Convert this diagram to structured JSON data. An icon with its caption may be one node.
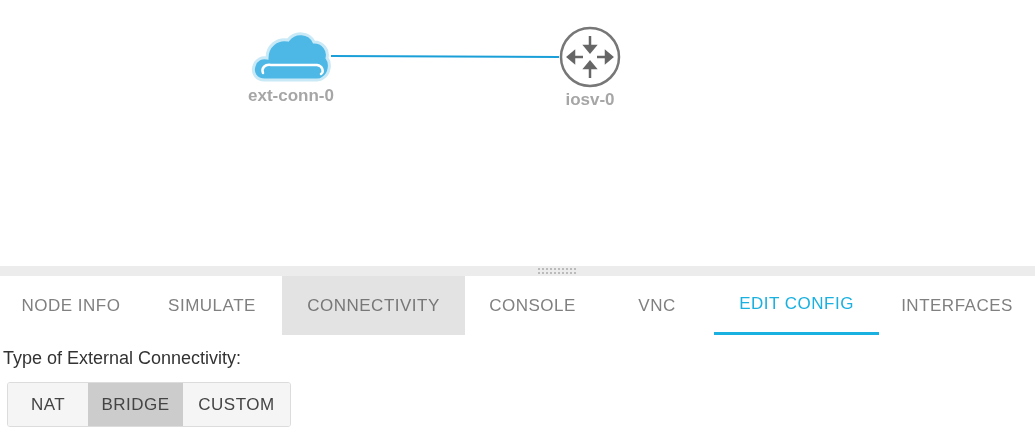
{
  "diagram": {
    "nodes": [
      {
        "text": [
          "ext-conn-0"
        ]
      },
      {
        "text": [
          "iosv-0"
        ]
      }
    ],
    "edges": [
      {
        "from": 0,
        "to": 1,
        "arrow": "none"
      }
    ],
    "labels": [
      "NODE INFO",
      "SIMULATE",
      "CONNECTIVITY",
      "CONSOLE",
      "VNC",
      "EDIT CONFIG",
      "INTERFACES",
      "Type of External Connectivity:",
      "NAT",
      "BRIDGE",
      "CUSTOM"
    ]
  }
}
